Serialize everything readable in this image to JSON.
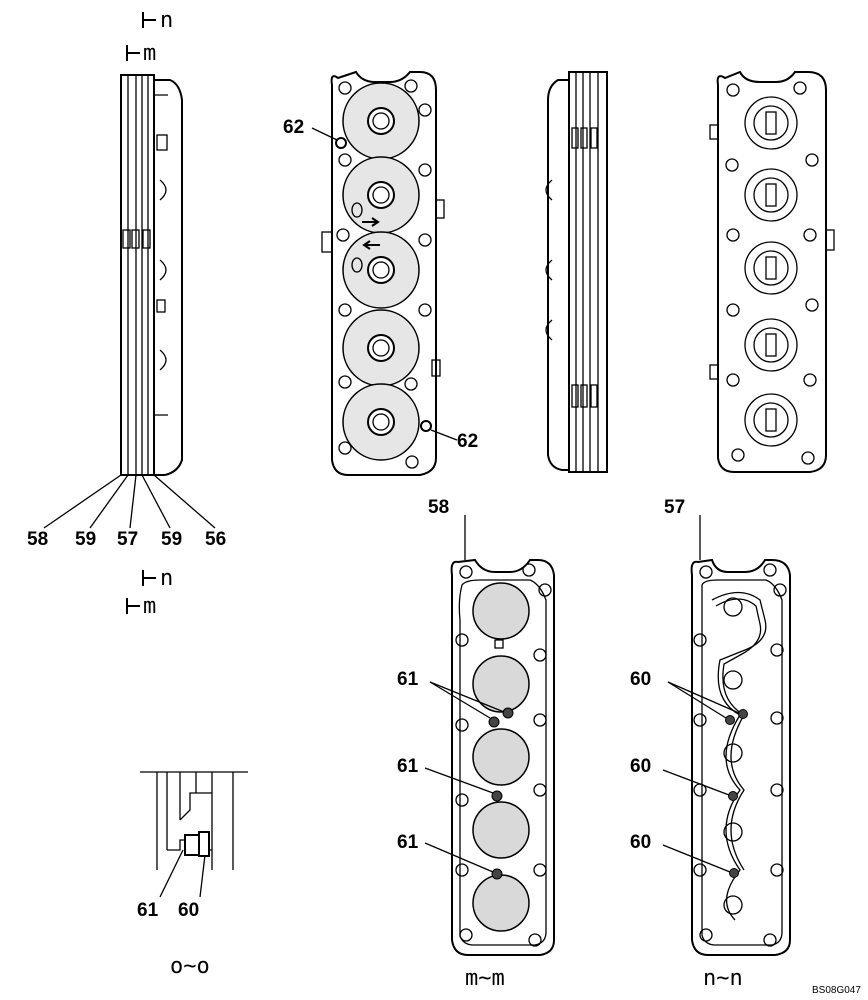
{
  "section_markers": {
    "top_n": "n",
    "top_m": "m",
    "mid_n": "n",
    "mid_m": "m"
  },
  "part_labels": {
    "p58": "58",
    "p59a": "59",
    "p57": "57",
    "p59b": "59",
    "p56": "56",
    "p62a": "62",
    "p62b": "62",
    "p58_plate": "58",
    "p57_plate": "57",
    "p61a": "61",
    "p61b": "61",
    "p61c": "61",
    "p60a": "60",
    "p60b": "60",
    "p60c": "60",
    "detail_61": "61",
    "detail_60": "60"
  },
  "section_titles": {
    "oo": "o~o",
    "mm": "m~m",
    "nn": "n~n"
  },
  "drawing_code": "BS08G047"
}
